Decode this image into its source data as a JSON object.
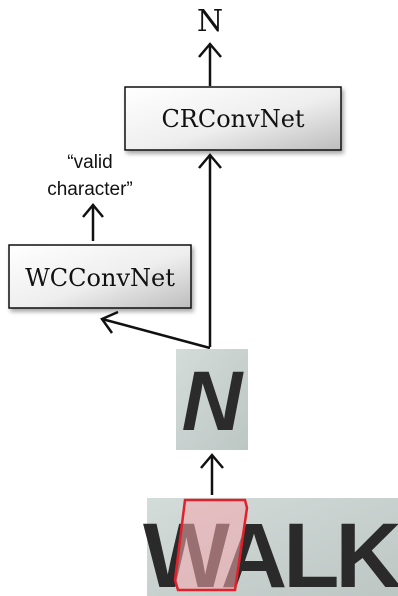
{
  "output": {
    "label": "N"
  },
  "crconvnet": {
    "label": "CRConvNet"
  },
  "wcconvnet": {
    "label": "WCConvNet"
  },
  "validity_note": {
    "line1": "“valid",
    "line2": "character”"
  },
  "character_crop": {
    "text": "N"
  },
  "word_image": {
    "text": "WALK"
  },
  "colors": {
    "arrow": "#111111",
    "box_border": "#111111",
    "highlight_stroke": "#e0202a",
    "highlight_fill": "#f4a7ad",
    "photo_bg": "#c9d2cf"
  }
}
